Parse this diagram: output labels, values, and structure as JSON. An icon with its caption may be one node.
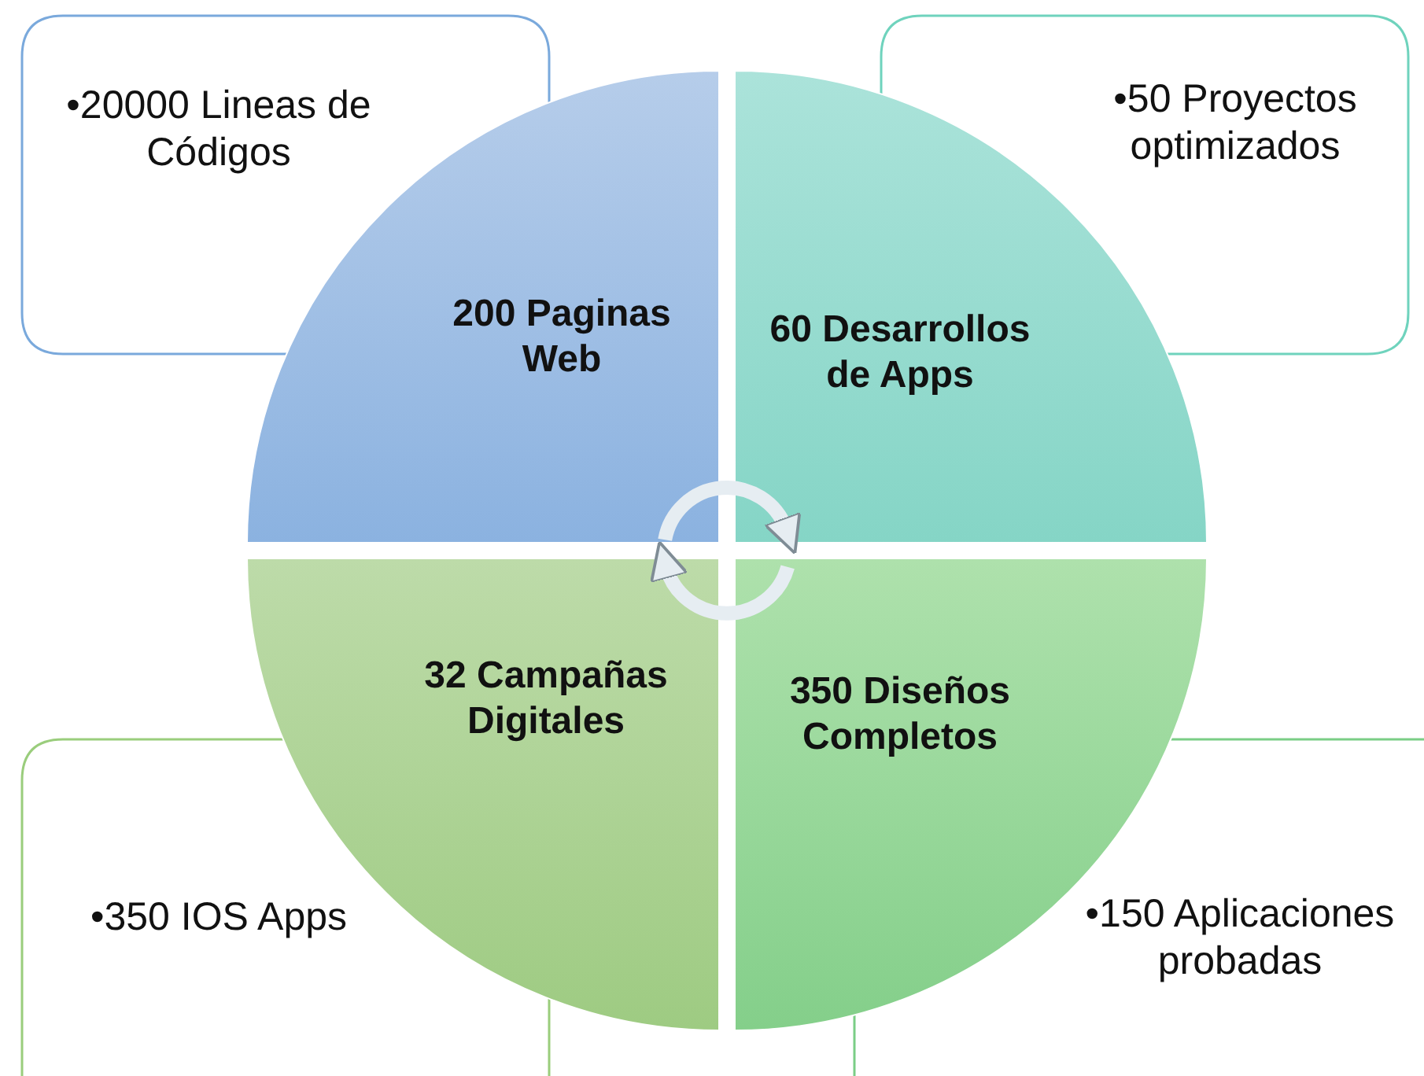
{
  "diagram": {
    "nodes": [
      {
        "text": [
          "•20000 Lineas de Códigos"
        ]
      },
      {
        "text": [
          "•50 Proyectos optimizados"
        ]
      },
      {
        "text": [
          "200 Paginas Web"
        ]
      },
      {
        "text": [
          "60 Desarrollos de Apps"
        ]
      },
      {
        "text": [
          "32 Campañas Digitales"
        ]
      },
      {
        "text": [
          "350 Diseños Completos"
        ]
      },
      {
        "text": [
          "•350 IOS Apps"
        ]
      },
      {
        "text": [
          "•150 Aplicaciones probadas"
        ]
      }
    ],
    "edges": [
      {
        "from": 2,
        "to": 3,
        "arrow": "to"
      },
      {
        "from": 5,
        "to": 4,
        "arrow": "to"
      }
    ]
  }
}
